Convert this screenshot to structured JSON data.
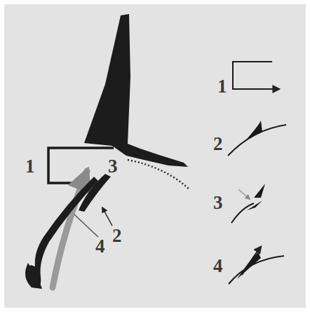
{
  "diagram": {
    "labels": [
      "1",
      "3",
      "2",
      "4",
      "1",
      "2",
      "3",
      "4"
    ]
  }
}
